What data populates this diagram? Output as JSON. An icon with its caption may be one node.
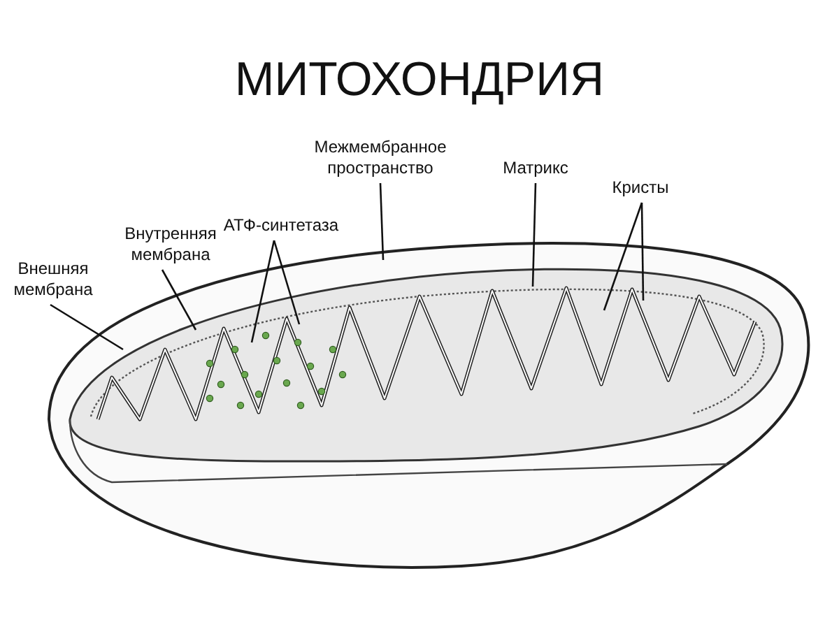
{
  "diagram": {
    "title": "МИТОХОНДРИЯ",
    "nodes": [
      {
        "text": [
          "Внешняя мембрана"
        ]
      },
      {
        "text": [
          "Внутренняя мембрана"
        ]
      },
      {
        "text": [
          "АТФ-синтетаза"
        ]
      },
      {
        "text": [
          "Межмембранное пространство"
        ]
      },
      {
        "text": [
          "Матрикс"
        ]
      },
      {
        "text": [
          "Кристы"
        ]
      }
    ],
    "edges": [
      {
        "from": 0,
        "to": null,
        "arrow": "none"
      },
      {
        "from": 1,
        "to": null,
        "arrow": "none"
      },
      {
        "from": 2,
        "to": null,
        "arrow": "none"
      },
      {
        "from": 2,
        "to": null,
        "arrow": "none"
      },
      {
        "from": 3,
        "to": null,
        "arrow": "none"
      },
      {
        "from": 4,
        "to": null,
        "arrow": "none"
      },
      {
        "from": 5,
        "to": null,
        "arrow": "none"
      },
      {
        "from": 5,
        "to": null,
        "arrow": "none"
      }
    ]
  }
}
